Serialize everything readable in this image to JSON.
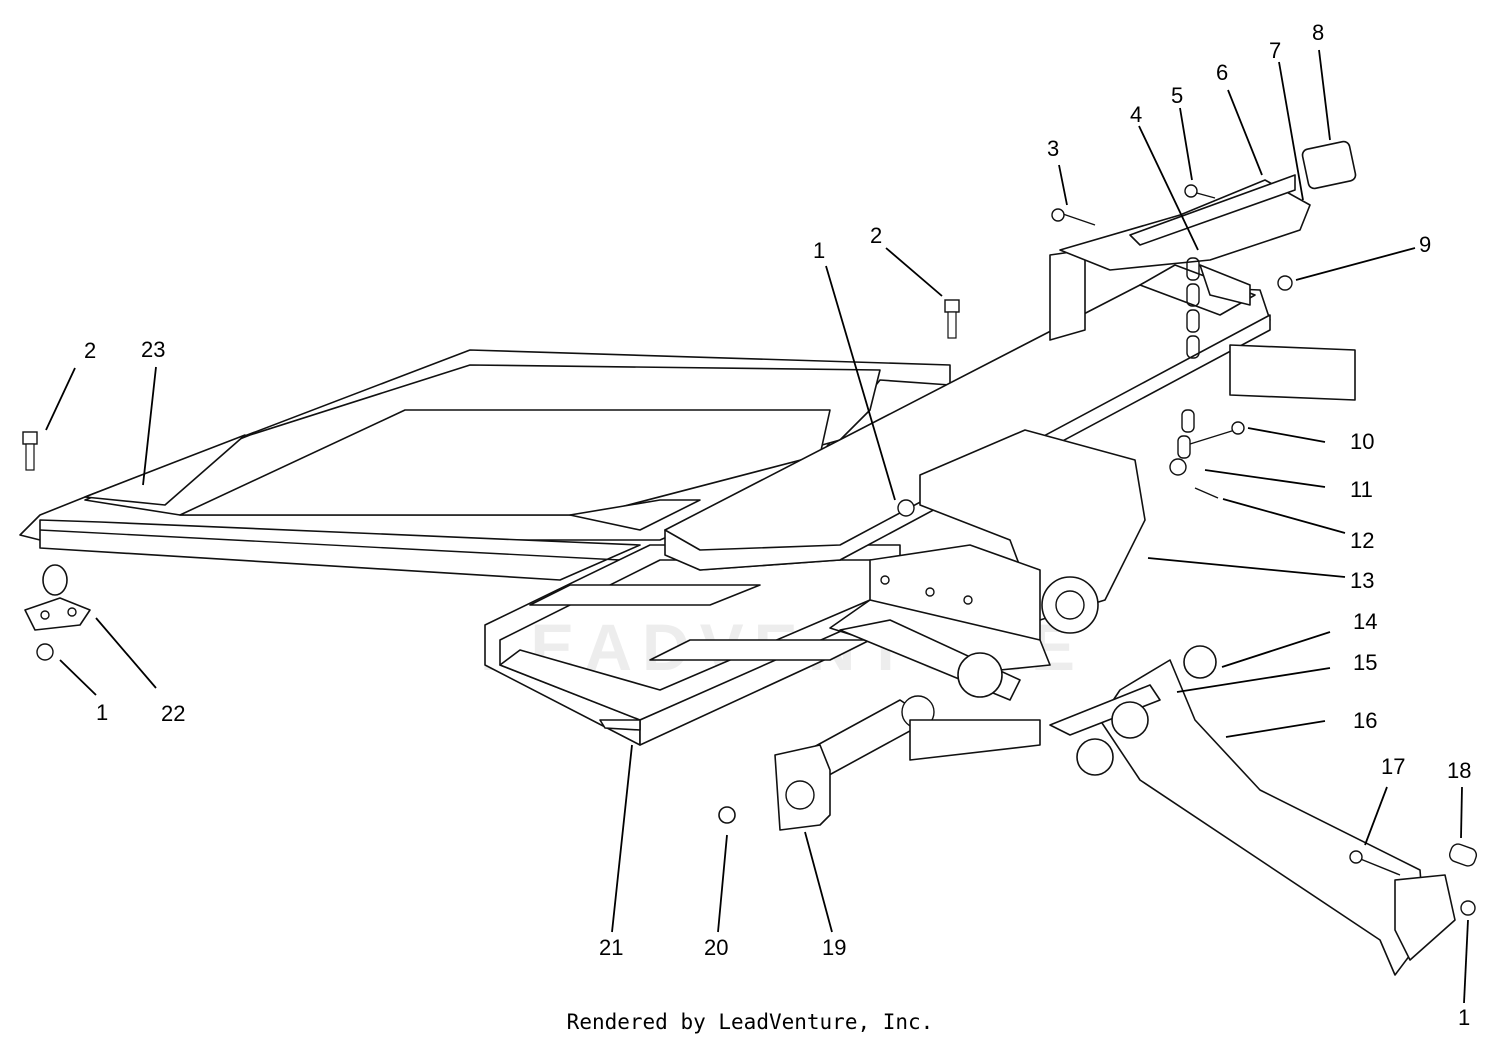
{
  "diagram": {
    "callouts": [
      {
        "id": "c1a",
        "label": "1"
      },
      {
        "id": "c2a",
        "label": "2"
      },
      {
        "id": "c3",
        "label": "3"
      },
      {
        "id": "c4",
        "label": "4"
      },
      {
        "id": "c5",
        "label": "5"
      },
      {
        "id": "c6",
        "label": "6"
      },
      {
        "id": "c7",
        "label": "7"
      },
      {
        "id": "c8",
        "label": "8"
      },
      {
        "id": "c9",
        "label": "9"
      },
      {
        "id": "c2b",
        "label": "2"
      },
      {
        "id": "c23",
        "label": "23"
      },
      {
        "id": "c10",
        "label": "10"
      },
      {
        "id": "c11",
        "label": "11"
      },
      {
        "id": "c12",
        "label": "12"
      },
      {
        "id": "c13",
        "label": "13"
      },
      {
        "id": "c14",
        "label": "14"
      },
      {
        "id": "c15",
        "label": "15"
      },
      {
        "id": "c16",
        "label": "16"
      },
      {
        "id": "c1b",
        "label": "1"
      },
      {
        "id": "c22",
        "label": "22"
      },
      {
        "id": "c17",
        "label": "17"
      },
      {
        "id": "c18",
        "label": "18"
      },
      {
        "id": "c21",
        "label": "21"
      },
      {
        "id": "c20",
        "label": "20"
      },
      {
        "id": "c19",
        "label": "19"
      },
      {
        "id": "c1c",
        "label": "1"
      }
    ],
    "watermark": "LEADVENTURE"
  },
  "footer": {
    "text": "Rendered by LeadVenture, Inc."
  }
}
